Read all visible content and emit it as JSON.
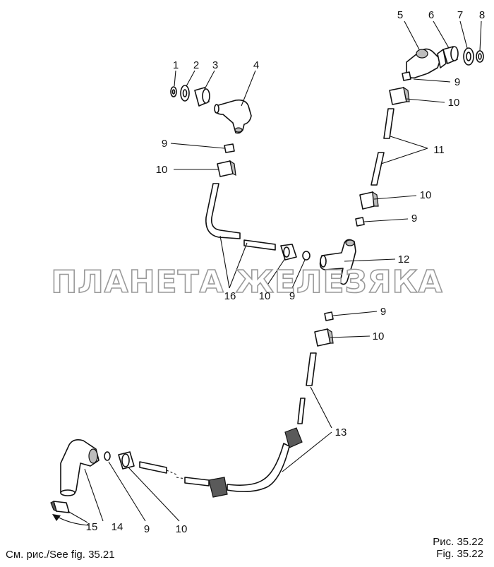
{
  "watermark": "ПЛАНЕТА ЖЕЛЕЗЯКА",
  "caption": {
    "line1": "Рис. 35.22",
    "line2": "Fig. 35.22"
  },
  "reference_note": "См. рис./See fig. 35.21",
  "callouts": {
    "n1": "1",
    "n2": "2",
    "n3": "3",
    "n4": "4",
    "n5": "5",
    "n6": "6",
    "n7": "7",
    "n8": "8",
    "n9_a": "9",
    "n9_b": "9",
    "n9_c": "9",
    "n9_d": "9",
    "n9_e": "9",
    "n9_f": "9",
    "n10_a": "10",
    "n10_b": "10",
    "n10_c": "10",
    "n10_d": "10",
    "n10_e": "10",
    "n10_f": "10",
    "n11": "11",
    "n12": "12",
    "n13": "13",
    "n14": "14",
    "n15": "15",
    "n16": "16"
  },
  "colors": {
    "ink": "#111111",
    "watermark_outline": "#9a9a9a",
    "background": "#ffffff"
  }
}
